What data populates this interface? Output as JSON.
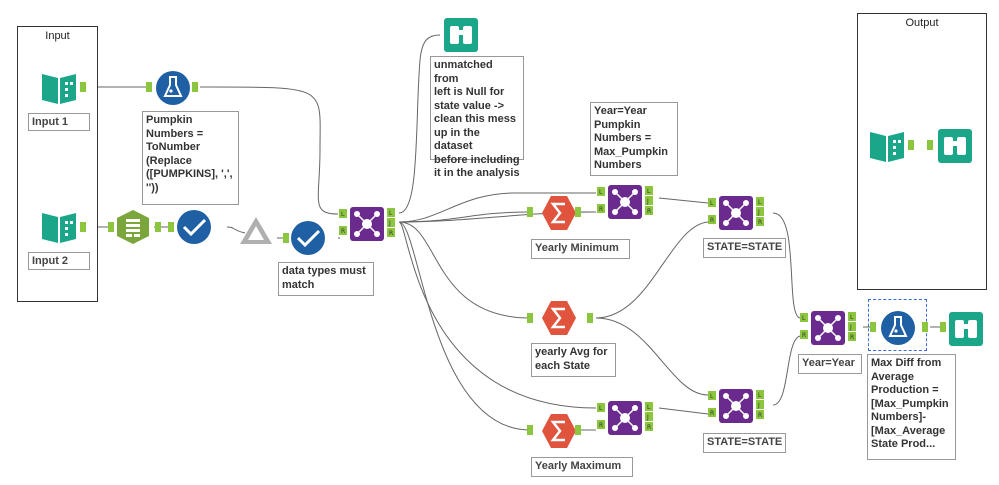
{
  "containers": {
    "input": {
      "title": "Input"
    },
    "output": {
      "title": "Output"
    }
  },
  "tool_labels": {
    "input1": "Input 1",
    "input2": "Input 2",
    "formula_pumpkin": "Pumpkin\nNumbers =\nToNumber\n(Replace\n([PUMPKINS], ',',\n''))",
    "select_note": "data types must\nmatch",
    "join_note": "unmatched from\nleft is Null for\nstate value ->\nclean this mess\nup in the dataset\nbefore including\nit in the analysis",
    "join2_note": "Year=Year\nPumpkin\nNumbers =\nMax_Pumpkin\nNumbers",
    "yearly_minimum": "Yearly Minimum",
    "yearly_avg": "yearly Avg for\neach State",
    "yearly_maximum": "Yearly Maximum",
    "state_join_top": "STATE=STATE",
    "state_join_bottom": "STATE=STATE",
    "year_join": "Year=Year",
    "final_formula": "Max Diff from\nAverage\nProduction =\n[Max_Pumpkin\nNumbers]-\n[Max_Average\nState Prod..."
  },
  "anchor_letters": {
    "left": "L",
    "join": "J",
    "right": "R"
  },
  "icons": {
    "input_book": "input-data-book-icon",
    "formula": "formula-flask-icon",
    "text_to_columns": "text-to-columns-icon",
    "select": "select-check-icon",
    "union": "union-triangle-icon",
    "join": "join-node-icon",
    "summarize": "summarize-sigma-icon",
    "browse": "browse-binoculars-icon"
  },
  "colors": {
    "input_teal": "#1ba68a",
    "formula_blue": "#1f5fa4",
    "prep_green": "#7aa63b",
    "join_purple": "#6b2a8e",
    "summarize_red": "#e0533c",
    "anchor_green": "#8cc63f",
    "connection": "#666666"
  }
}
